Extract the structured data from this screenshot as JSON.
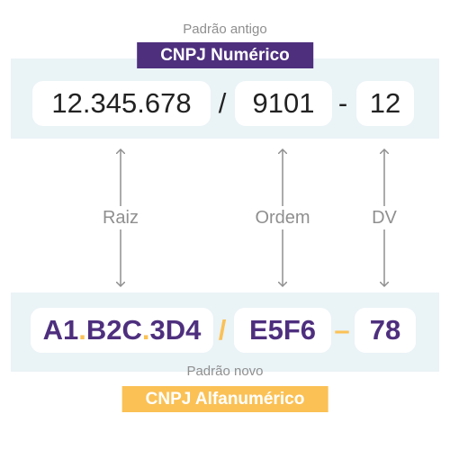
{
  "old_standard": {
    "caption": "Padrão antigo",
    "badge": "CNPJ Numérico",
    "root": "12.345.678",
    "slash": "/",
    "order": "9101",
    "dash": "-",
    "check_digits": "12"
  },
  "segment_labels": {
    "root": "Raiz",
    "order": "Ordem",
    "check_digits": "DV"
  },
  "new_standard": {
    "caption": "Padrão novo",
    "badge": "CNPJ Alfanumérico",
    "root_parts": [
      "A1",
      ".",
      "B2C",
      ".",
      "3D4"
    ],
    "slash": "/",
    "order": "E5F6",
    "dash": "–",
    "check_digits": "78"
  },
  "colors": {
    "purple": "#4e2f7e",
    "yellow": "#fbc155",
    "band": "#eaf3f6",
    "gray": "#8f8f8f"
  }
}
